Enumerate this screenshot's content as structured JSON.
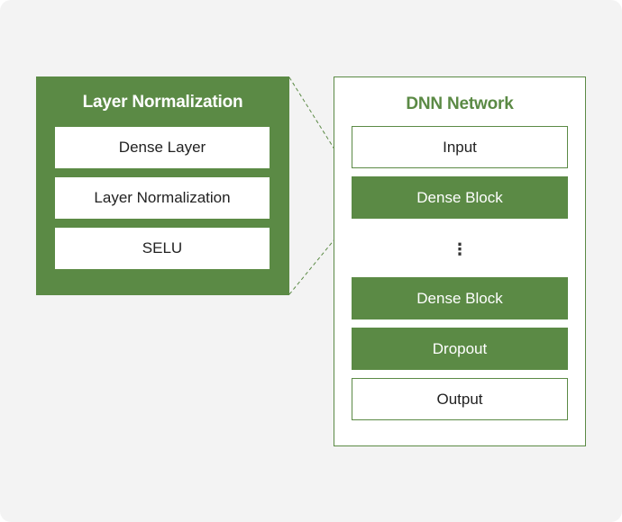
{
  "detail": {
    "title": "Layer Normalization",
    "items": [
      {
        "label": "Dense Layer"
      },
      {
        "label": "Layer Normalization"
      },
      {
        "label": "SELU"
      }
    ]
  },
  "network": {
    "title": "DNN Network",
    "items": [
      {
        "label": "Input",
        "style": "outlined"
      },
      {
        "label": "Dense Block",
        "style": "filled"
      },
      {
        "label": "⋮",
        "style": "ellipsis"
      },
      {
        "label": "Dense Block",
        "style": "filled"
      },
      {
        "label": "Dropout",
        "style": "filled"
      },
      {
        "label": "Output",
        "style": "outlined"
      }
    ]
  },
  "colors": {
    "accent_green": "#5b8a45",
    "background": "#f3f3f3",
    "box_fill": "#ffffff",
    "text_dark": "#222222"
  }
}
